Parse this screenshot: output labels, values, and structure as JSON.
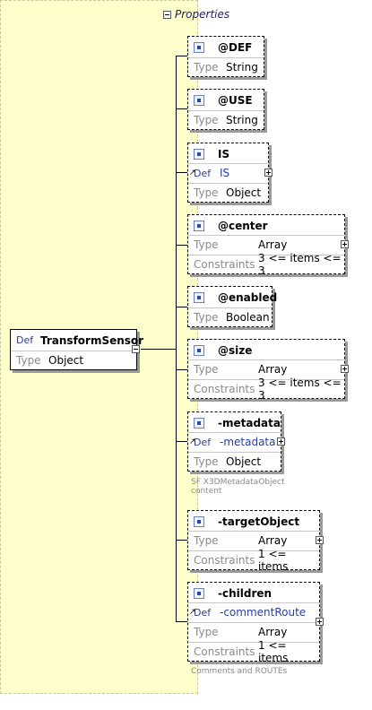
{
  "root": {
    "def_key": "Def",
    "name": "TransformSensor",
    "type_key": "Type",
    "type_value": "Object"
  },
  "panel": {
    "title": "Properties"
  },
  "items": [
    {
      "name": "@DEF",
      "type_key": "Type",
      "type_value": "String"
    },
    {
      "name": "@USE",
      "type_key": "Type",
      "type_value": "String"
    },
    {
      "name": "IS",
      "def_key": "Def",
      "def_value": "IS",
      "type_key": "Type",
      "type_value": "Object"
    },
    {
      "name": "@center",
      "type_key": "Type",
      "type_value": "Array",
      "constraints_key": "Constraints",
      "constraints_value": "3 <= items <= 3"
    },
    {
      "name": "@enabled",
      "type_key": "Type",
      "type_value": "Boolean"
    },
    {
      "name": "@size",
      "type_key": "Type",
      "type_value": "Array",
      "constraints_key": "Constraints",
      "constraints_value": "3 <= items <= 3"
    },
    {
      "name": "-metadata",
      "def_key": "Def",
      "def_value": "-metadata",
      "type_key": "Type",
      "type_value": "Object",
      "note_line1": "SF X3DMetadataObject",
      "note_line2": "content"
    },
    {
      "name": "-targetObject",
      "type_key": "Type",
      "type_value": "Array",
      "constraints_key": "Constraints",
      "constraints_value": "1 <= items"
    },
    {
      "name": "-children",
      "def_key": "Def",
      "def_value": "-commentRoute",
      "type_key": "Type",
      "type_value": "Array",
      "constraints_key": "Constraints",
      "constraints_value": "1 <= items",
      "note_line1": "Comments and ROUTEs"
    }
  ]
}
